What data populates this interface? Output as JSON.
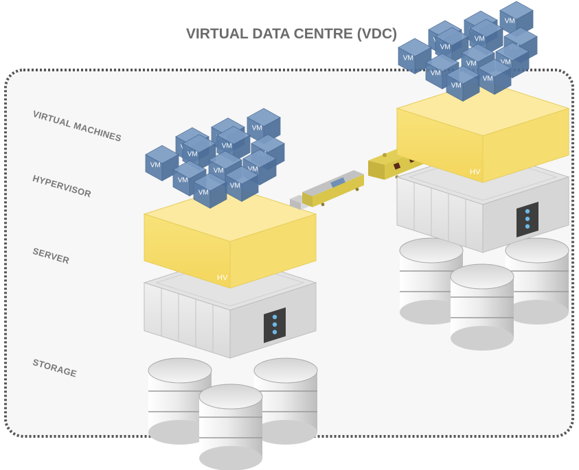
{
  "title": "VIRTUAL DATA CENTRE (VDC)",
  "layers": {
    "virtual_machines": "VIRTUAL MACHINES",
    "hypervisor": "HYPERVISOR",
    "server": "SERVER",
    "storage": "STORAGE"
  },
  "labels": {
    "vm": "VM",
    "hv": "HV"
  },
  "colors": {
    "vm_fill": "#5b7ea8",
    "hypervisor_fill": "#f7df6e",
    "server_fill": "#e8e8e8",
    "storage_fill": "#e6e6e6",
    "train_fill": "#d9c64a",
    "border_dots": "#555555",
    "background_panel": "#f6f6f6"
  }
}
